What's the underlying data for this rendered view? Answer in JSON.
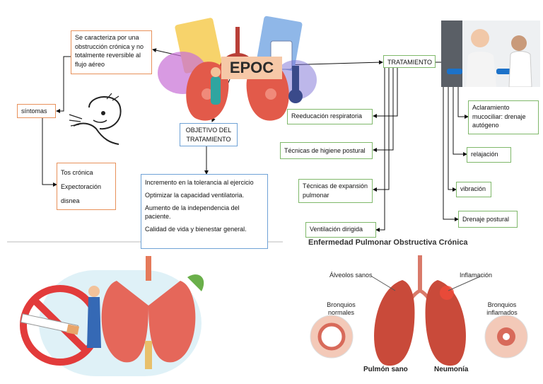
{
  "center": {
    "title": "EPOC"
  },
  "definition": "Se caracteriza por una obstrucción crónica y no totalmente reversible al flujo aéreo",
  "symptoms": {
    "title": "síntomas",
    "items": [
      "Tos crónica",
      "Expectoración",
      "disnea"
    ]
  },
  "objective": {
    "title": "OBJETIVO DEL TRATAMIENTO",
    "items": [
      "Incremento en la tolerancia al ejercicio",
      "Optimizar la capacidad ventilatoria.",
      "Aumento de la independencia del paciente.",
      "Calidad de vida y bienestar general."
    ]
  },
  "treatment": {
    "title": "TRATAMIENTO",
    "left": [
      "Reeducación respiratoria",
      "Técnicas de higiene postural",
      "Técnicas de expansión pulmonar",
      "Ventilación dirigida"
    ],
    "right": [
      "Aclaramiento mucociliar: drenaje autógeno",
      "relajación",
      "vibración",
      "Drenaje postural"
    ]
  },
  "illustration": {
    "title": "Enfermedad Pulmonar Obstructiva Crónica",
    "labels": {
      "alveolos": "Álveolos sanos",
      "inflamacion": "Inflamación",
      "bronquios_normales": "Bronquios normales",
      "bronquios_inflamados": "Bronquios inflamados",
      "pulmon_sano": "Pulmón sano",
      "neumonia": "Neumonía"
    }
  },
  "colors": {
    "orange_border": "#e8915a",
    "green_border": "#7fb86a",
    "blue_border": "#6fa2d6",
    "epoc_fill": "#f6c8a7",
    "lung_red": "#c94a3a"
  }
}
